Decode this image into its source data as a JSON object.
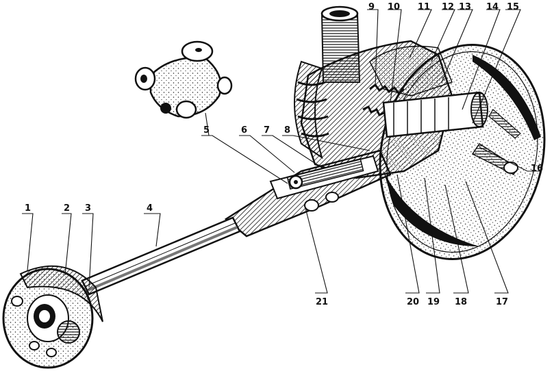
{
  "labels": [
    {
      "id": "1",
      "text": "1"
    },
    {
      "id": "2",
      "text": "2"
    },
    {
      "id": "3",
      "text": "3"
    },
    {
      "id": "4",
      "text": "4"
    },
    {
      "id": "5",
      "text": "5"
    },
    {
      "id": "6",
      "text": "6"
    },
    {
      "id": "7",
      "text": "7"
    },
    {
      "id": "8",
      "text": "8"
    },
    {
      "id": "9",
      "text": "9"
    },
    {
      "id": "10",
      "text": "10"
    },
    {
      "id": "11",
      "text": "11"
    },
    {
      "id": "12",
      "text": "12"
    },
    {
      "id": "13",
      "text": "13"
    },
    {
      "id": "14",
      "text": "14"
    },
    {
      "id": "15",
      "text": "15"
    },
    {
      "id": "16",
      "text": "16"
    },
    {
      "id": "17",
      "text": "17"
    },
    {
      "id": "18",
      "text": "18"
    },
    {
      "id": "19",
      "text": "19"
    },
    {
      "id": "20",
      "text": "20"
    },
    {
      "id": "21",
      "text": "21"
    }
  ],
  "colors": {
    "ink": "#111111",
    "paper": "#ffffff"
  }
}
